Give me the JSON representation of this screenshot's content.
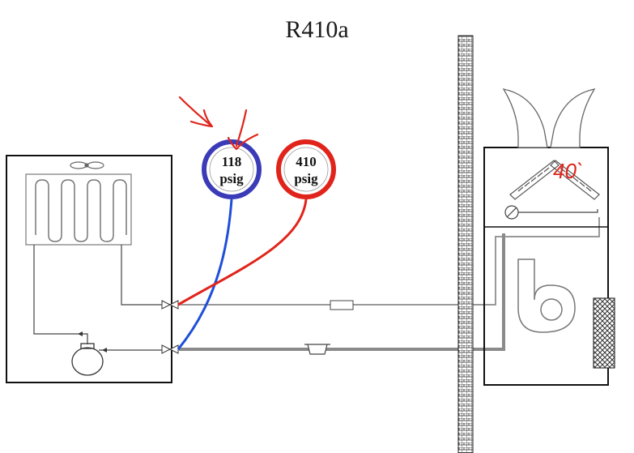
{
  "diagram": {
    "title": "R410a",
    "gauges": [
      {
        "pressure": "118",
        "unit": "psig",
        "ring_color": "#3b3bb8"
      },
      {
        "pressure": "410",
        "unit": "psig",
        "ring_color": "#e0241b"
      }
    ],
    "annotation": "40`",
    "colors": {
      "low_side_hose": "#1f4fd8",
      "high_side_hose": "#e0241b",
      "annotation": "#e0241b",
      "line": "#555555"
    }
  }
}
